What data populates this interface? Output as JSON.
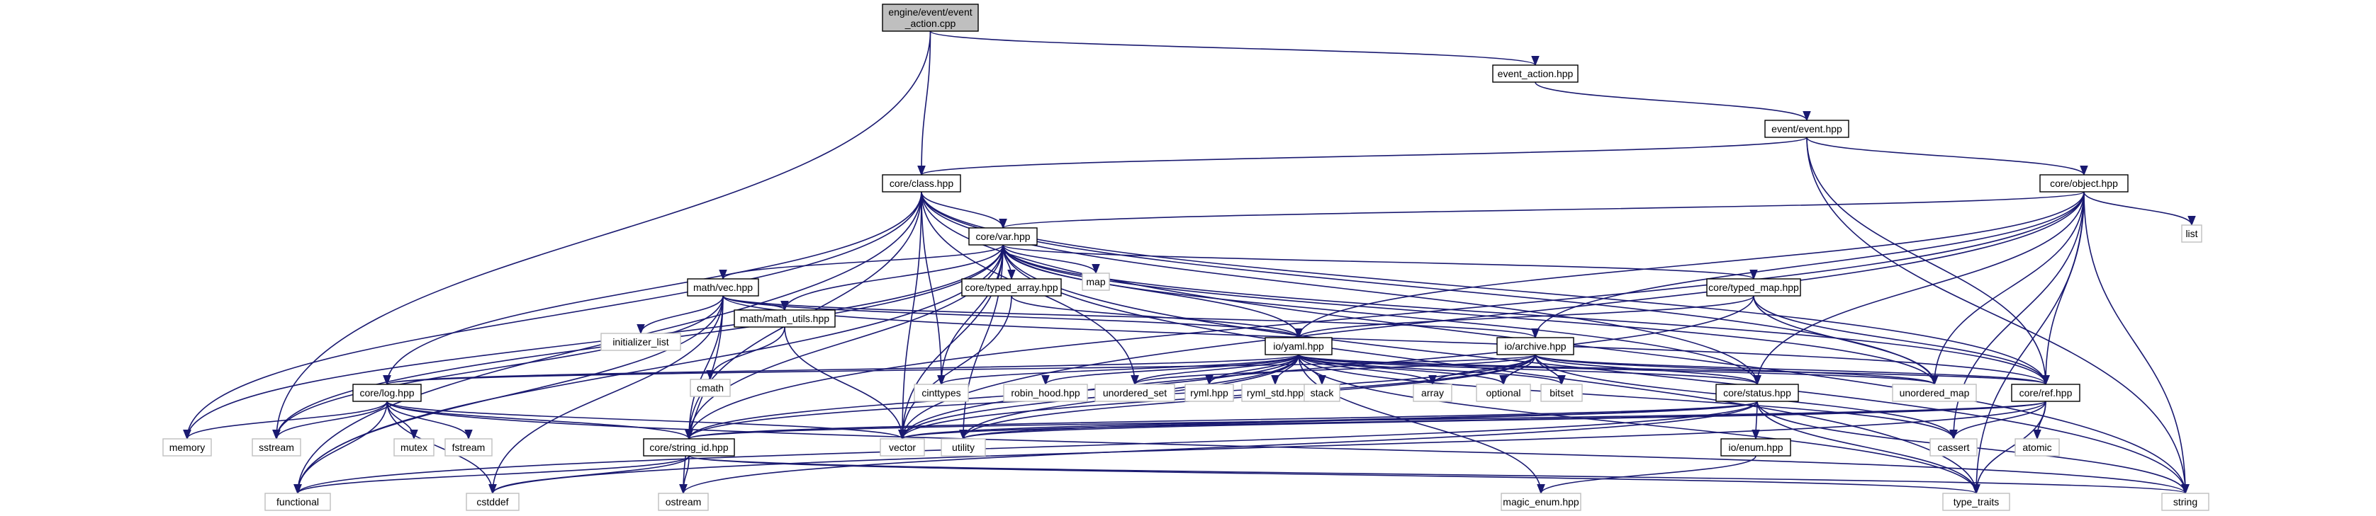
{
  "diagram": {
    "colors": {
      "edge": "#191970",
      "root_fill": "#bfbfbf",
      "node_fill": "#ffffff",
      "node_border": "#000000",
      "sys_border": "#bfbfbf",
      "sys_text": "#404040"
    },
    "nodes": [
      {
        "id": "root",
        "kind": "root",
        "lines": [
          "engine/event/event",
          "_action.cpp"
        ]
      },
      {
        "id": "event_action",
        "kind": "file",
        "lines": [
          "event_action.hpp"
        ]
      },
      {
        "id": "event",
        "kind": "file",
        "lines": [
          "event/event.hpp"
        ]
      },
      {
        "id": "class",
        "kind": "file",
        "lines": [
          "core/class.hpp"
        ]
      },
      {
        "id": "object",
        "kind": "file",
        "lines": [
          "core/object.hpp"
        ]
      },
      {
        "id": "var",
        "kind": "file",
        "lines": [
          "core/var.hpp"
        ]
      },
      {
        "id": "vec",
        "kind": "file",
        "lines": [
          "math/vec.hpp"
        ]
      },
      {
        "id": "typed_array",
        "kind": "file",
        "lines": [
          "core/typed_array.hpp"
        ]
      },
      {
        "id": "typed_map",
        "kind": "file",
        "lines": [
          "core/typed_map.hpp"
        ]
      },
      {
        "id": "math_utils",
        "kind": "file",
        "lines": [
          "math/math_utils.hpp"
        ]
      },
      {
        "id": "yaml",
        "kind": "file",
        "lines": [
          "io/yaml.hpp"
        ]
      },
      {
        "id": "archive",
        "kind": "file",
        "lines": [
          "io/archive.hpp"
        ]
      },
      {
        "id": "log",
        "kind": "file",
        "lines": [
          "core/log.hpp"
        ]
      },
      {
        "id": "status",
        "kind": "file",
        "lines": [
          "core/status.hpp"
        ]
      },
      {
        "id": "ref",
        "kind": "file",
        "lines": [
          "core/ref.hpp"
        ]
      },
      {
        "id": "string_id",
        "kind": "file",
        "lines": [
          "core/string_id.hpp"
        ]
      },
      {
        "id": "enum",
        "kind": "file",
        "lines": [
          "io/enum.hpp"
        ]
      },
      {
        "id": "list",
        "kind": "sys",
        "lines": [
          "list"
        ]
      },
      {
        "id": "map",
        "kind": "sys",
        "lines": [
          "map"
        ]
      },
      {
        "id": "initializer_list",
        "kind": "sys",
        "lines": [
          "initializer_list"
        ]
      },
      {
        "id": "cmath",
        "kind": "sys",
        "lines": [
          "cmath"
        ]
      },
      {
        "id": "cinttypes",
        "kind": "sys",
        "lines": [
          "cinttypes"
        ]
      },
      {
        "id": "robin_hood",
        "kind": "sys",
        "lines": [
          "robin_hood.hpp"
        ]
      },
      {
        "id": "unordered_set",
        "kind": "sys",
        "lines": [
          "unordered_set"
        ]
      },
      {
        "id": "ryml",
        "kind": "sys",
        "lines": [
          "ryml.hpp"
        ]
      },
      {
        "id": "ryml_std",
        "kind": "sys",
        "lines": [
          "ryml_std.hpp"
        ]
      },
      {
        "id": "stack",
        "kind": "sys",
        "lines": [
          "stack"
        ]
      },
      {
        "id": "array",
        "kind": "sys",
        "lines": [
          "array"
        ]
      },
      {
        "id": "optional",
        "kind": "sys",
        "lines": [
          "optional"
        ]
      },
      {
        "id": "bitset",
        "kind": "sys",
        "lines": [
          "bitset"
        ]
      },
      {
        "id": "unordered_map",
        "kind": "sys",
        "lines": [
          "unordered_map"
        ]
      },
      {
        "id": "memory",
        "kind": "sys",
        "lines": [
          "memory"
        ]
      },
      {
        "id": "sstream",
        "kind": "sys",
        "lines": [
          "sstream"
        ]
      },
      {
        "id": "mutex",
        "kind": "sys",
        "lines": [
          "mutex"
        ]
      },
      {
        "id": "fstream",
        "kind": "sys",
        "lines": [
          "fstream"
        ]
      },
      {
        "id": "vector",
        "kind": "sys",
        "lines": [
          "vector"
        ]
      },
      {
        "id": "utility",
        "kind": "sys",
        "lines": [
          "utility"
        ]
      },
      {
        "id": "cassert",
        "kind": "sys",
        "lines": [
          "cassert"
        ]
      },
      {
        "id": "atomic",
        "kind": "sys",
        "lines": [
          "atomic"
        ]
      },
      {
        "id": "functional",
        "kind": "sys",
        "lines": [
          "functional"
        ]
      },
      {
        "id": "cstddef",
        "kind": "sys",
        "lines": [
          "cstddef"
        ]
      },
      {
        "id": "ostream",
        "kind": "sys",
        "lines": [
          "ostream"
        ]
      },
      {
        "id": "magic_enum",
        "kind": "sys",
        "lines": [
          "magic_enum.hpp"
        ]
      },
      {
        "id": "type_traits",
        "kind": "sys",
        "lines": [
          "type_traits"
        ]
      },
      {
        "id": "string",
        "kind": "sys",
        "lines": [
          "string"
        ]
      }
    ],
    "edges": [
      [
        "root",
        "event_action"
      ],
      [
        "root",
        "class"
      ],
      [
        "root",
        "sstream"
      ],
      [
        "event_action",
        "event"
      ],
      [
        "event",
        "class"
      ],
      [
        "event",
        "object"
      ],
      [
        "event",
        "ref"
      ],
      [
        "event",
        "string"
      ],
      [
        "class",
        "var"
      ],
      [
        "class",
        "log"
      ],
      [
        "class",
        "string_id"
      ],
      [
        "class",
        "status"
      ],
      [
        "class",
        "ref"
      ],
      [
        "class",
        "memory"
      ],
      [
        "class",
        "functional"
      ],
      [
        "class",
        "unordered_set"
      ],
      [
        "class",
        "cinttypes"
      ],
      [
        "class",
        "string"
      ],
      [
        "class",
        "vector"
      ],
      [
        "class",
        "unordered_map"
      ],
      [
        "object",
        "var"
      ],
      [
        "object",
        "ref"
      ],
      [
        "object",
        "yaml"
      ],
      [
        "object",
        "archive"
      ],
      [
        "object",
        "status"
      ],
      [
        "object",
        "list"
      ],
      [
        "object",
        "string"
      ],
      [
        "object",
        "type_traits"
      ],
      [
        "object",
        "cassert"
      ],
      [
        "object",
        "unordered_map"
      ],
      [
        "object",
        "string_id"
      ],
      [
        "object",
        "vector"
      ],
      [
        "var",
        "vec"
      ],
      [
        "var",
        "typed_array"
      ],
      [
        "var",
        "typed_map"
      ],
      [
        "var",
        "math_utils"
      ],
      [
        "var",
        "yaml"
      ],
      [
        "var",
        "ref"
      ],
      [
        "var",
        "status"
      ],
      [
        "var",
        "string_id"
      ],
      [
        "var",
        "map"
      ],
      [
        "var",
        "memory"
      ],
      [
        "var",
        "functional"
      ],
      [
        "var",
        "vector"
      ],
      [
        "var",
        "cinttypes"
      ],
      [
        "var",
        "string"
      ],
      [
        "var",
        "unordered_map"
      ],
      [
        "var",
        "type_traits"
      ],
      [
        "var",
        "utility"
      ],
      [
        "var",
        "sstream"
      ],
      [
        "vec",
        "initializer_list"
      ],
      [
        "vec",
        "math_utils"
      ],
      [
        "vec",
        "yaml"
      ],
      [
        "vec",
        "archive"
      ],
      [
        "vec",
        "sstream"
      ],
      [
        "vec",
        "functional"
      ],
      [
        "vec",
        "cstddef"
      ],
      [
        "vec",
        "ostream"
      ],
      [
        "vec",
        "ref"
      ],
      [
        "vec",
        "string_id"
      ],
      [
        "typed_array",
        "yaml"
      ],
      [
        "typed_array",
        "vector"
      ],
      [
        "typed_map",
        "yaml"
      ],
      [
        "typed_map",
        "unordered_map"
      ],
      [
        "typed_map",
        "ref"
      ],
      [
        "typed_map",
        "vector"
      ],
      [
        "math_utils",
        "cmath"
      ],
      [
        "math_utils",
        "vector"
      ],
      [
        "yaml",
        "log"
      ],
      [
        "yaml",
        "status"
      ],
      [
        "yaml",
        "ref"
      ],
      [
        "yaml",
        "string_id"
      ],
      [
        "yaml",
        "cinttypes"
      ],
      [
        "yaml",
        "robin_hood"
      ],
      [
        "yaml",
        "unordered_set"
      ],
      [
        "yaml",
        "ryml"
      ],
      [
        "yaml",
        "ryml_std"
      ],
      [
        "yaml",
        "stack"
      ],
      [
        "yaml",
        "array"
      ],
      [
        "yaml",
        "optional"
      ],
      [
        "yaml",
        "bitset"
      ],
      [
        "yaml",
        "unordered_map"
      ],
      [
        "yaml",
        "vector"
      ],
      [
        "yaml",
        "utility"
      ],
      [
        "yaml",
        "cassert"
      ],
      [
        "yaml",
        "magic_enum"
      ],
      [
        "yaml",
        "type_traits"
      ],
      [
        "archive",
        "status"
      ],
      [
        "archive",
        "ref"
      ],
      [
        "archive",
        "array"
      ],
      [
        "archive",
        "bitset"
      ],
      [
        "archive",
        "unordered_map"
      ],
      [
        "archive",
        "unordered_set"
      ],
      [
        "archive",
        "vector"
      ],
      [
        "archive",
        "string_id"
      ],
      [
        "archive",
        "log"
      ],
      [
        "archive",
        "utility"
      ],
      [
        "archive",
        "optional"
      ],
      [
        "archive",
        "cassert"
      ],
      [
        "log",
        "memory"
      ],
      [
        "log",
        "sstream"
      ],
      [
        "log",
        "mutex"
      ],
      [
        "log",
        "fstream"
      ],
      [
        "log",
        "string_id"
      ],
      [
        "log",
        "cstddef"
      ],
      [
        "log",
        "vector"
      ],
      [
        "log",
        "functional"
      ],
      [
        "log",
        "string"
      ],
      [
        "status",
        "string_id"
      ],
      [
        "status",
        "enum"
      ],
      [
        "status",
        "vector"
      ],
      [
        "status",
        "utility"
      ],
      [
        "status",
        "string"
      ],
      [
        "status",
        "type_traits"
      ],
      [
        "status",
        "ostream"
      ],
      [
        "status",
        "functional"
      ],
      [
        "ref",
        "cassert"
      ],
      [
        "ref",
        "atomic"
      ],
      [
        "ref",
        "type_traits"
      ],
      [
        "ref",
        "utility"
      ],
      [
        "ref",
        "cstddef"
      ],
      [
        "ref",
        "string_id"
      ],
      [
        "ref",
        "vector"
      ],
      [
        "string_id",
        "functional"
      ],
      [
        "string_id",
        "cstddef"
      ],
      [
        "string_id",
        "ostream"
      ],
      [
        "string_id",
        "string"
      ],
      [
        "string_id",
        "type_traits"
      ],
      [
        "enum",
        "magic_enum"
      ]
    ]
  }
}
